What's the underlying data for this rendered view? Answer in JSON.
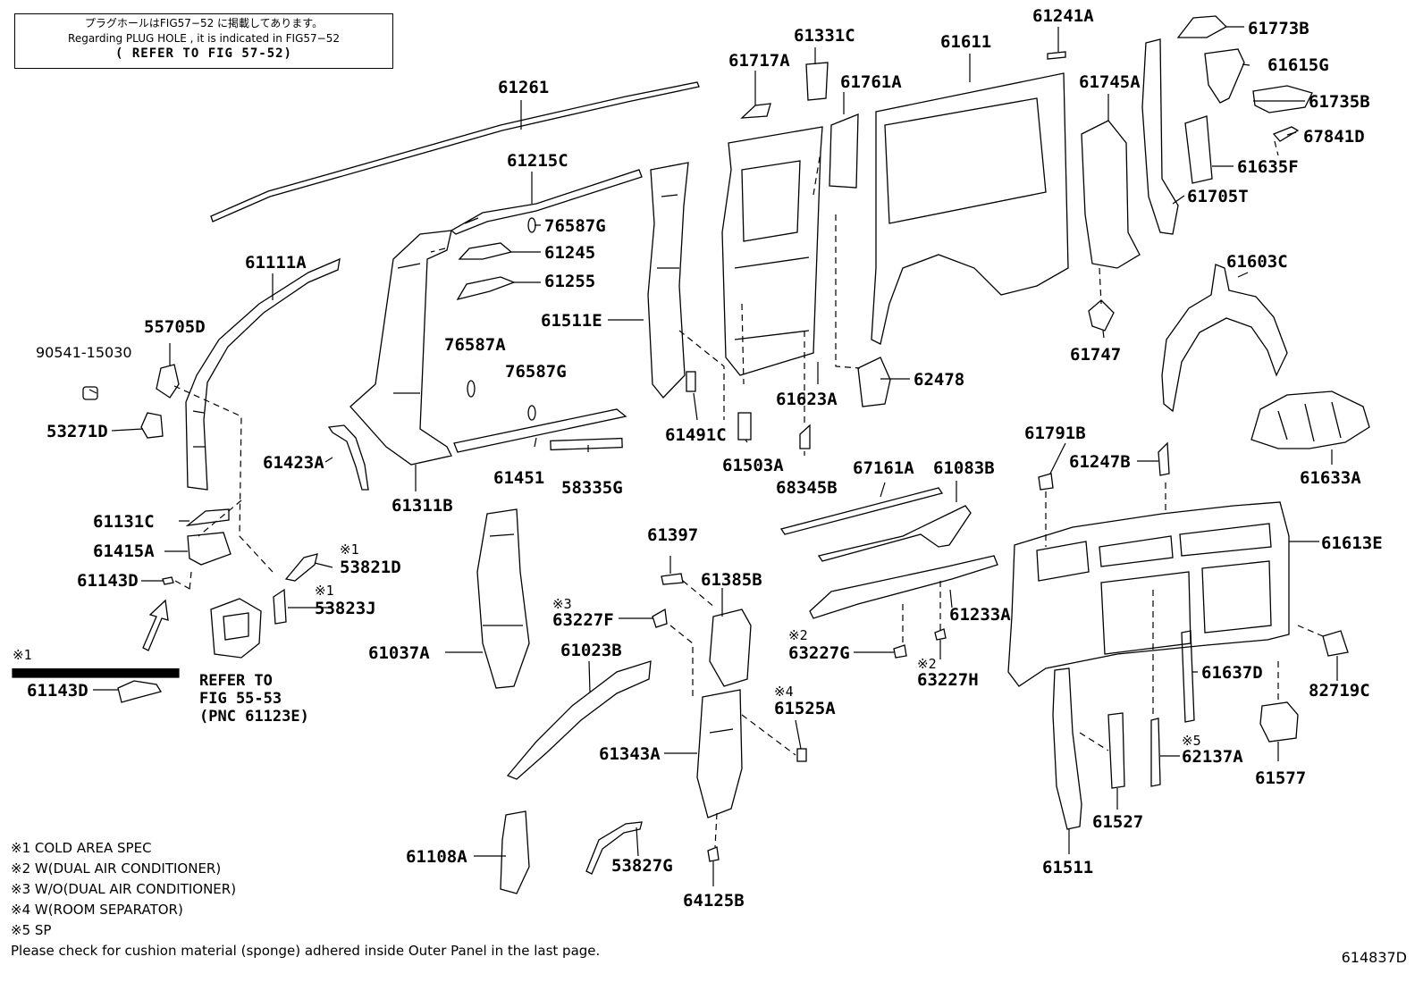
{
  "note_box": {
    "line1": "プラグホールはFIG57−52 に掲載してあります。",
    "line2": "Regarding PLUG HOLE , it is indicated in FIG57−52",
    "line3": "( REFER TO FIG 57-52)"
  },
  "refer": {
    "line1": "REFER TO",
    "line2": "FIG 55-53",
    "line3": "(PNC 61123E)"
  },
  "legend": [
    "※1 COLD AREA SPEC",
    "※2 W(DUAL AIR CONDITIONER)",
    "※3 W/O(DUAL AIR CONDITIONER)",
    "※4 W(ROOM SEPARATOR)",
    "※5 SP"
  ],
  "footer_note": "Please check for cushion material (sponge) adhered inside Outer Panel in the last page.",
  "figure_number": "614837D",
  "parts": {
    "p61261": "61261",
    "p61215C": "61215C",
    "p76587G_a": "76587G",
    "p61245": "61245",
    "p61255": "61255",
    "p61111A": "61111A",
    "p55705D": "55705D",
    "p90541": "90541-15030",
    "p53271D": "53271D",
    "p76587A": "76587A",
    "p76587G_b": "76587G",
    "p61511E": "61511E",
    "p61423A": "61423A",
    "p61311B": "61311B",
    "p61451": "61451",
    "p58335G": "58335G",
    "p61491C": "61491C",
    "p61503A": "61503A",
    "p68345B": "68345B",
    "p61717A": "61717A",
    "p61331C": "61331C",
    "p61761A": "61761A",
    "p61611": "61611",
    "p61241A": "61241A",
    "p61623A": "61623A",
    "p62478": "62478",
    "p61745A": "61745A",
    "p61747": "61747",
    "p61773B": "61773B",
    "p61615G": "61615G",
    "p61735B": "61735B",
    "p67841D": "67841D",
    "p61635F": "61635F",
    "p61705T": "61705T",
    "p61603C": "61603C",
    "p61633A": "61633A",
    "p61131C": "61131C",
    "p61415A": "61415A",
    "p61143D_a": "61143D",
    "p53821D": "53821D",
    "p53823J": "53823J",
    "p61143D_b": "61143D",
    "p61037A": "61037A",
    "p61397": "61397",
    "p61385B": "61385B",
    "p63227F": "63227F",
    "p61023B": "61023B",
    "p61343A": "61343A",
    "p61525A": "61525A",
    "p61108A": "61108A",
    "p53827G": "53827G",
    "p64125B": "64125B",
    "p67161A": "67161A",
    "p61083B": "61083B",
    "p61233A": "61233A",
    "p63227G": "63227G",
    "p63227H": "63227H",
    "p61791B": "61791B",
    "p61247B": "61247B",
    "p61613E": "61613E",
    "p61637D": "61637D",
    "p82719C": "82719C",
    "p62137A": "62137A",
    "p61577": "61577",
    "p61527": "61527",
    "p61511": "61511"
  },
  "marks": {
    "m1a": "※1",
    "m1b": "※1",
    "m1c": "※1",
    "m3": "※3",
    "m2a": "※2",
    "m2b": "※2",
    "m4": "※4",
    "m5": "※5"
  }
}
